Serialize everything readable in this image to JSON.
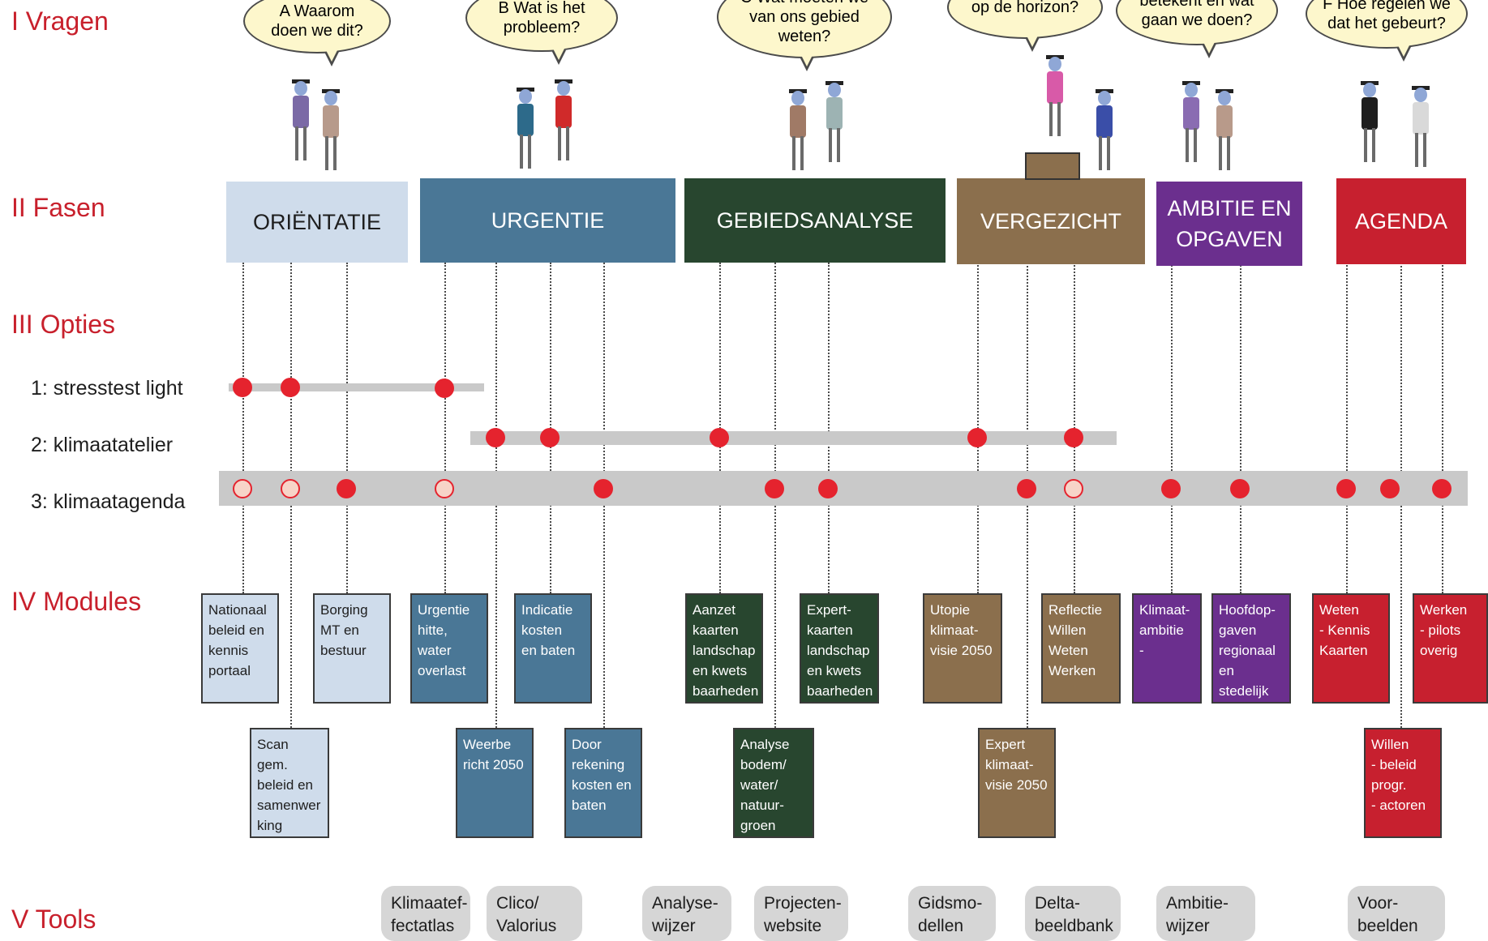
{
  "rows": {
    "vragen": "I  Vragen",
    "fasen": "II  Fasen",
    "opties": "III  Opties",
    "modules": "IV  Modules",
    "tools": "V  Tools"
  },
  "questions": [
    {
      "id": "A",
      "text": "A  Waarom\ndoen we dit?"
    },
    {
      "id": "B",
      "text": "B  Wat is het\nprobleem?"
    },
    {
      "id": "C",
      "text": "C  Wat moeten we\nvan ons gebied\nweten?"
    },
    {
      "id": "D",
      "text": "op de horizon?"
    },
    {
      "id": "E",
      "text": "betekent en wat\ngaan we doen?"
    },
    {
      "id": "F",
      "text": "F Hoe regelen we\ndat het gebeurt?"
    }
  ],
  "phases": [
    {
      "label": "ORIËNTATIE",
      "color": "#cfdceb",
      "text_color": "#1e1e1e"
    },
    {
      "label": "URGENTIE",
      "color": "#4a7796",
      "text_color": "#ffffff"
    },
    {
      "label": "GEBIEDSANALYSE",
      "color": "#28462f",
      "text_color": "#ffffff"
    },
    {
      "label": "VERGEZICHT",
      "color": "#8b6f4d",
      "text_color": "#ffffff"
    },
    {
      "label": "AMBITIE EN OPGAVEN",
      "color": "#6b2f8e",
      "text_color": "#ffffff"
    },
    {
      "label": "AGENDA",
      "color": "#c7202f",
      "text_color": "#ffffff"
    }
  ],
  "options": [
    {
      "label": "1: stresstest light"
    },
    {
      "label": "2: klimaatatelier"
    },
    {
      "label": "3: klimaatagenda"
    }
  ],
  "modules": [
    {
      "text": "Nationaal\nbeleid en\nkennis\nportaal",
      "color": "#cfdceb",
      "text_color": "#1e1e1e"
    },
    {
      "text": "Borging\nMT en\nbestuur",
      "color": "#cfdceb",
      "text_color": "#1e1e1e"
    },
    {
      "text": "Scan gem.\nbeleid en\nsamenwer\nking",
      "color": "#cfdceb",
      "text_color": "#1e1e1e"
    },
    {
      "text": "Urgentie\nhitte,\nwater\noverlast",
      "color": "#4a7796",
      "text_color": "#ffffff"
    },
    {
      "text": "Indicatie\nkosten\nen baten",
      "color": "#4a7796",
      "text_color": "#ffffff"
    },
    {
      "text": "Weerbe\nricht 2050",
      "color": "#4a7796",
      "text_color": "#ffffff"
    },
    {
      "text": "Door\nrekening\nkosten en\nbaten",
      "color": "#4a7796",
      "text_color": "#ffffff"
    },
    {
      "text": "Aanzet\nkaarten\nlandschap\nen kwets\nbaarheden",
      "color": "#28462f",
      "text_color": "#ffffff"
    },
    {
      "text": "Expert-\nkaarten\nlandschap\nen kwets\nbaarheden",
      "color": "#28462f",
      "text_color": "#ffffff"
    },
    {
      "text": "Analyse\nbodem/\nwater/\nnatuur-\ngroen",
      "color": "#28462f",
      "text_color": "#ffffff"
    },
    {
      "text": "Utopie\nklimaat-\nvisie 2050",
      "color": "#8b6f4d",
      "text_color": "#ffffff"
    },
    {
      "text": "Reflectie\nWillen\nWeten\nWerken",
      "color": "#8b6f4d",
      "text_color": "#ffffff"
    },
    {
      "text": "Expert\nklimaat-\nvisie 2050",
      "color": "#8b6f4d",
      "text_color": "#ffffff"
    },
    {
      "text": "Klimaat-\nambitie\n-",
      "color": "#6b2f8e",
      "text_color": "#ffffff"
    },
    {
      "text": "Hoofdop-\ngaven\nregionaal\nen\nstedelijk",
      "color": "#6b2f8e",
      "text_color": "#ffffff"
    },
    {
      "text": "Weten\n- Kennis\nKaarten",
      "color": "#c7202f",
      "text_color": "#ffffff"
    },
    {
      "text": "Werken\n- pilots\noverig",
      "color": "#c7202f",
      "text_color": "#ffffff"
    },
    {
      "text": "Willen\n- beleid\nprogr.\n- actoren",
      "color": "#c7202f",
      "text_color": "#ffffff"
    }
  ],
  "tools": [
    {
      "text": "Klimaatef-\nfectatlas"
    },
    {
      "text": "Clico/\nValorius"
    },
    {
      "text": "Analyse-\nwijzer"
    },
    {
      "text": "Projecten-\nwebsite"
    },
    {
      "text": "Gidsmo-\ndellen"
    },
    {
      "text": "Delta-\nbeeldbank"
    },
    {
      "text": "Ambitie-\nwijzer"
    },
    {
      "text": "Voor-\nbeelden"
    }
  ],
  "colors": {
    "accent_red": "#e5232e",
    "row_label": "#c8202c",
    "bar_gray": "#c9c9c9"
  }
}
